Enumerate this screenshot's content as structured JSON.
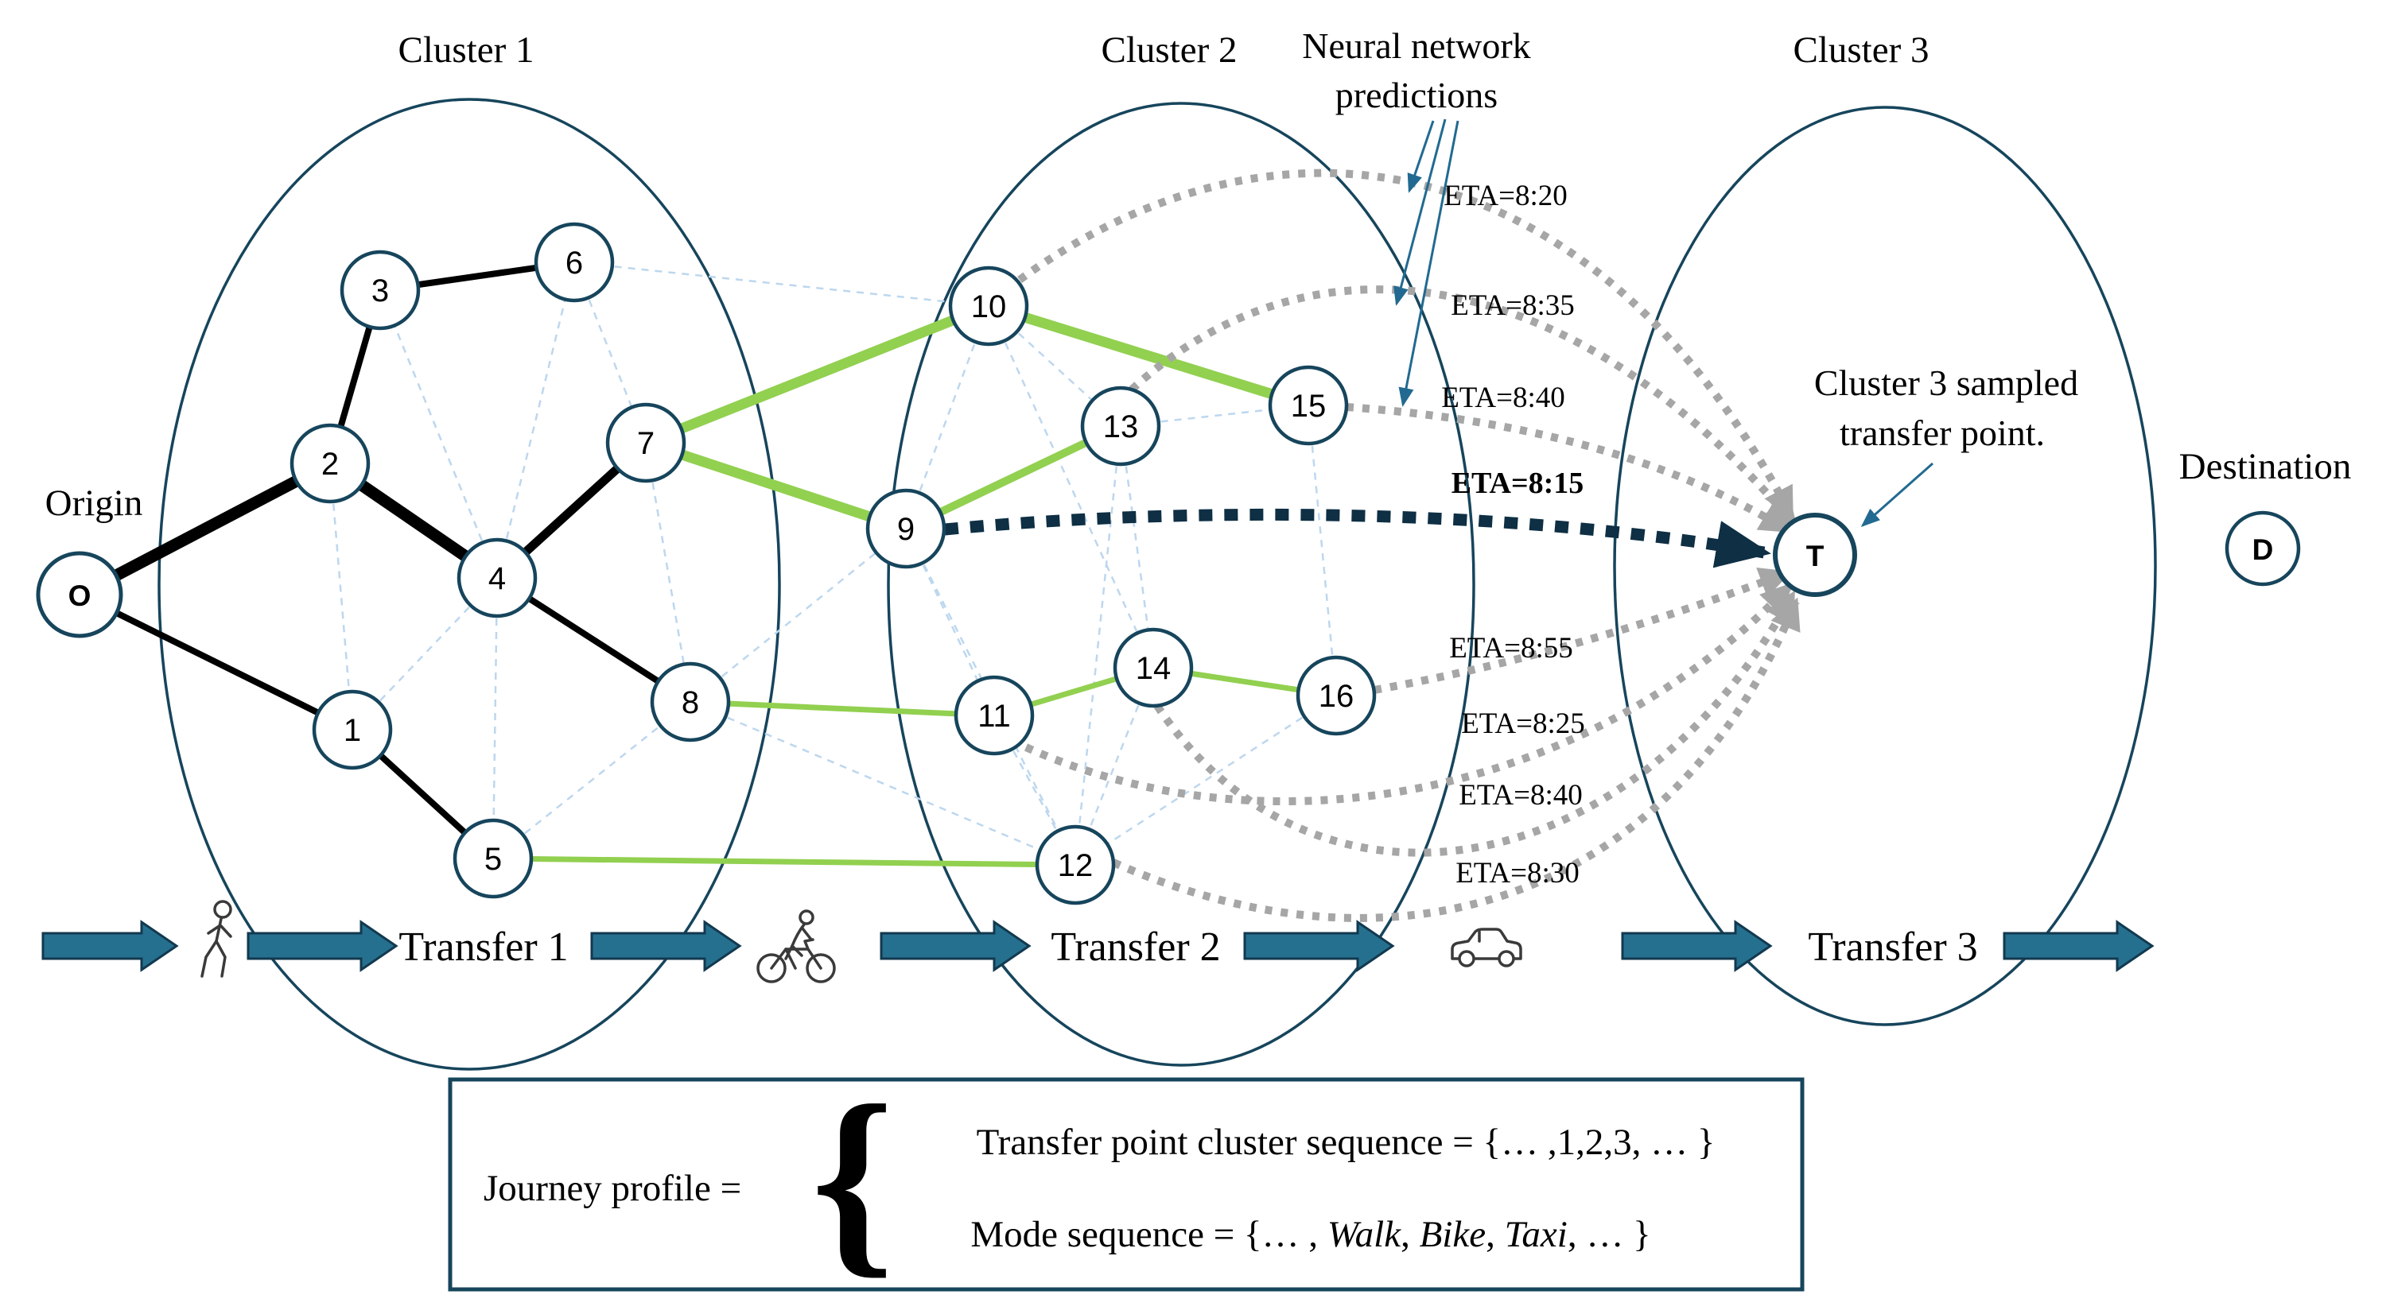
{
  "labels": {
    "cluster1": "Cluster 1",
    "cluster2": "Cluster 2",
    "cluster3": "Cluster 3",
    "origin": "Origin",
    "destination": "Destination",
    "nn_line1": "Neural network",
    "nn_line2": "predictions",
    "sampled_line1": "Cluster 3 sampled",
    "sampled_line2": "transfer point."
  },
  "nodes": [
    {
      "id": "O",
      "label": "O"
    },
    {
      "id": "1",
      "label": "1"
    },
    {
      "id": "2",
      "label": "2"
    },
    {
      "id": "3",
      "label": "3"
    },
    {
      "id": "4",
      "label": "4"
    },
    {
      "id": "5",
      "label": "5"
    },
    {
      "id": "6",
      "label": "6"
    },
    {
      "id": "7",
      "label": "7"
    },
    {
      "id": "8",
      "label": "8"
    },
    {
      "id": "9",
      "label": "9"
    },
    {
      "id": "10",
      "label": "10"
    },
    {
      "id": "11",
      "label": "11"
    },
    {
      "id": "12",
      "label": "12"
    },
    {
      "id": "13",
      "label": "13"
    },
    {
      "id": "14",
      "label": "14"
    },
    {
      "id": "15",
      "label": "15"
    },
    {
      "id": "16",
      "label": "16"
    },
    {
      "id": "T",
      "label": "T"
    },
    {
      "id": "D",
      "label": "D"
    }
  ],
  "eta": [
    {
      "text": "ETA=8:20",
      "bold": false,
      "from": "10"
    },
    {
      "text": "ETA=8:35",
      "bold": false,
      "from": "13"
    },
    {
      "text": "ETA=8:40",
      "bold": false,
      "from": "15"
    },
    {
      "text": "ETA=8:15",
      "bold": true,
      "from": "9"
    },
    {
      "text": "ETA=8:55",
      "bold": false,
      "from": "16"
    },
    {
      "text": "ETA=8:25",
      "bold": false,
      "from": "11"
    },
    {
      "text": "ETA=8:40",
      "bold": false,
      "from": "14"
    },
    {
      "text": "ETA=8:30",
      "bold": false,
      "from": "12"
    }
  ],
  "transfers": [
    {
      "label": "Transfer 1",
      "mode": "walk"
    },
    {
      "label": "Transfer 2",
      "mode": "bike"
    },
    {
      "label": "Transfer 3",
      "mode": "car"
    }
  ],
  "journey_box": {
    "lhs": "Journey profile =",
    "brace": "{",
    "line1": "Transfer point cluster sequence = {… ,1,2,3, … }",
    "line2_prefix": "Mode sequence = {… , ",
    "mode1": "Walk",
    "sep1": ", ",
    "mode2": "Bike",
    "sep2": ", ",
    "mode3": "Taxi",
    "line2_suffix": ", … }"
  },
  "colors": {
    "path_green": "#92d050",
    "intra_cluster_dash": "#bdd7ee",
    "prediction_gray": "#a6a6a6",
    "selected_navy": "#0e2f44",
    "node_stroke": "#16455c",
    "transfer_arrow_fill": "#26708f",
    "annotation_teal": "#226a91"
  }
}
